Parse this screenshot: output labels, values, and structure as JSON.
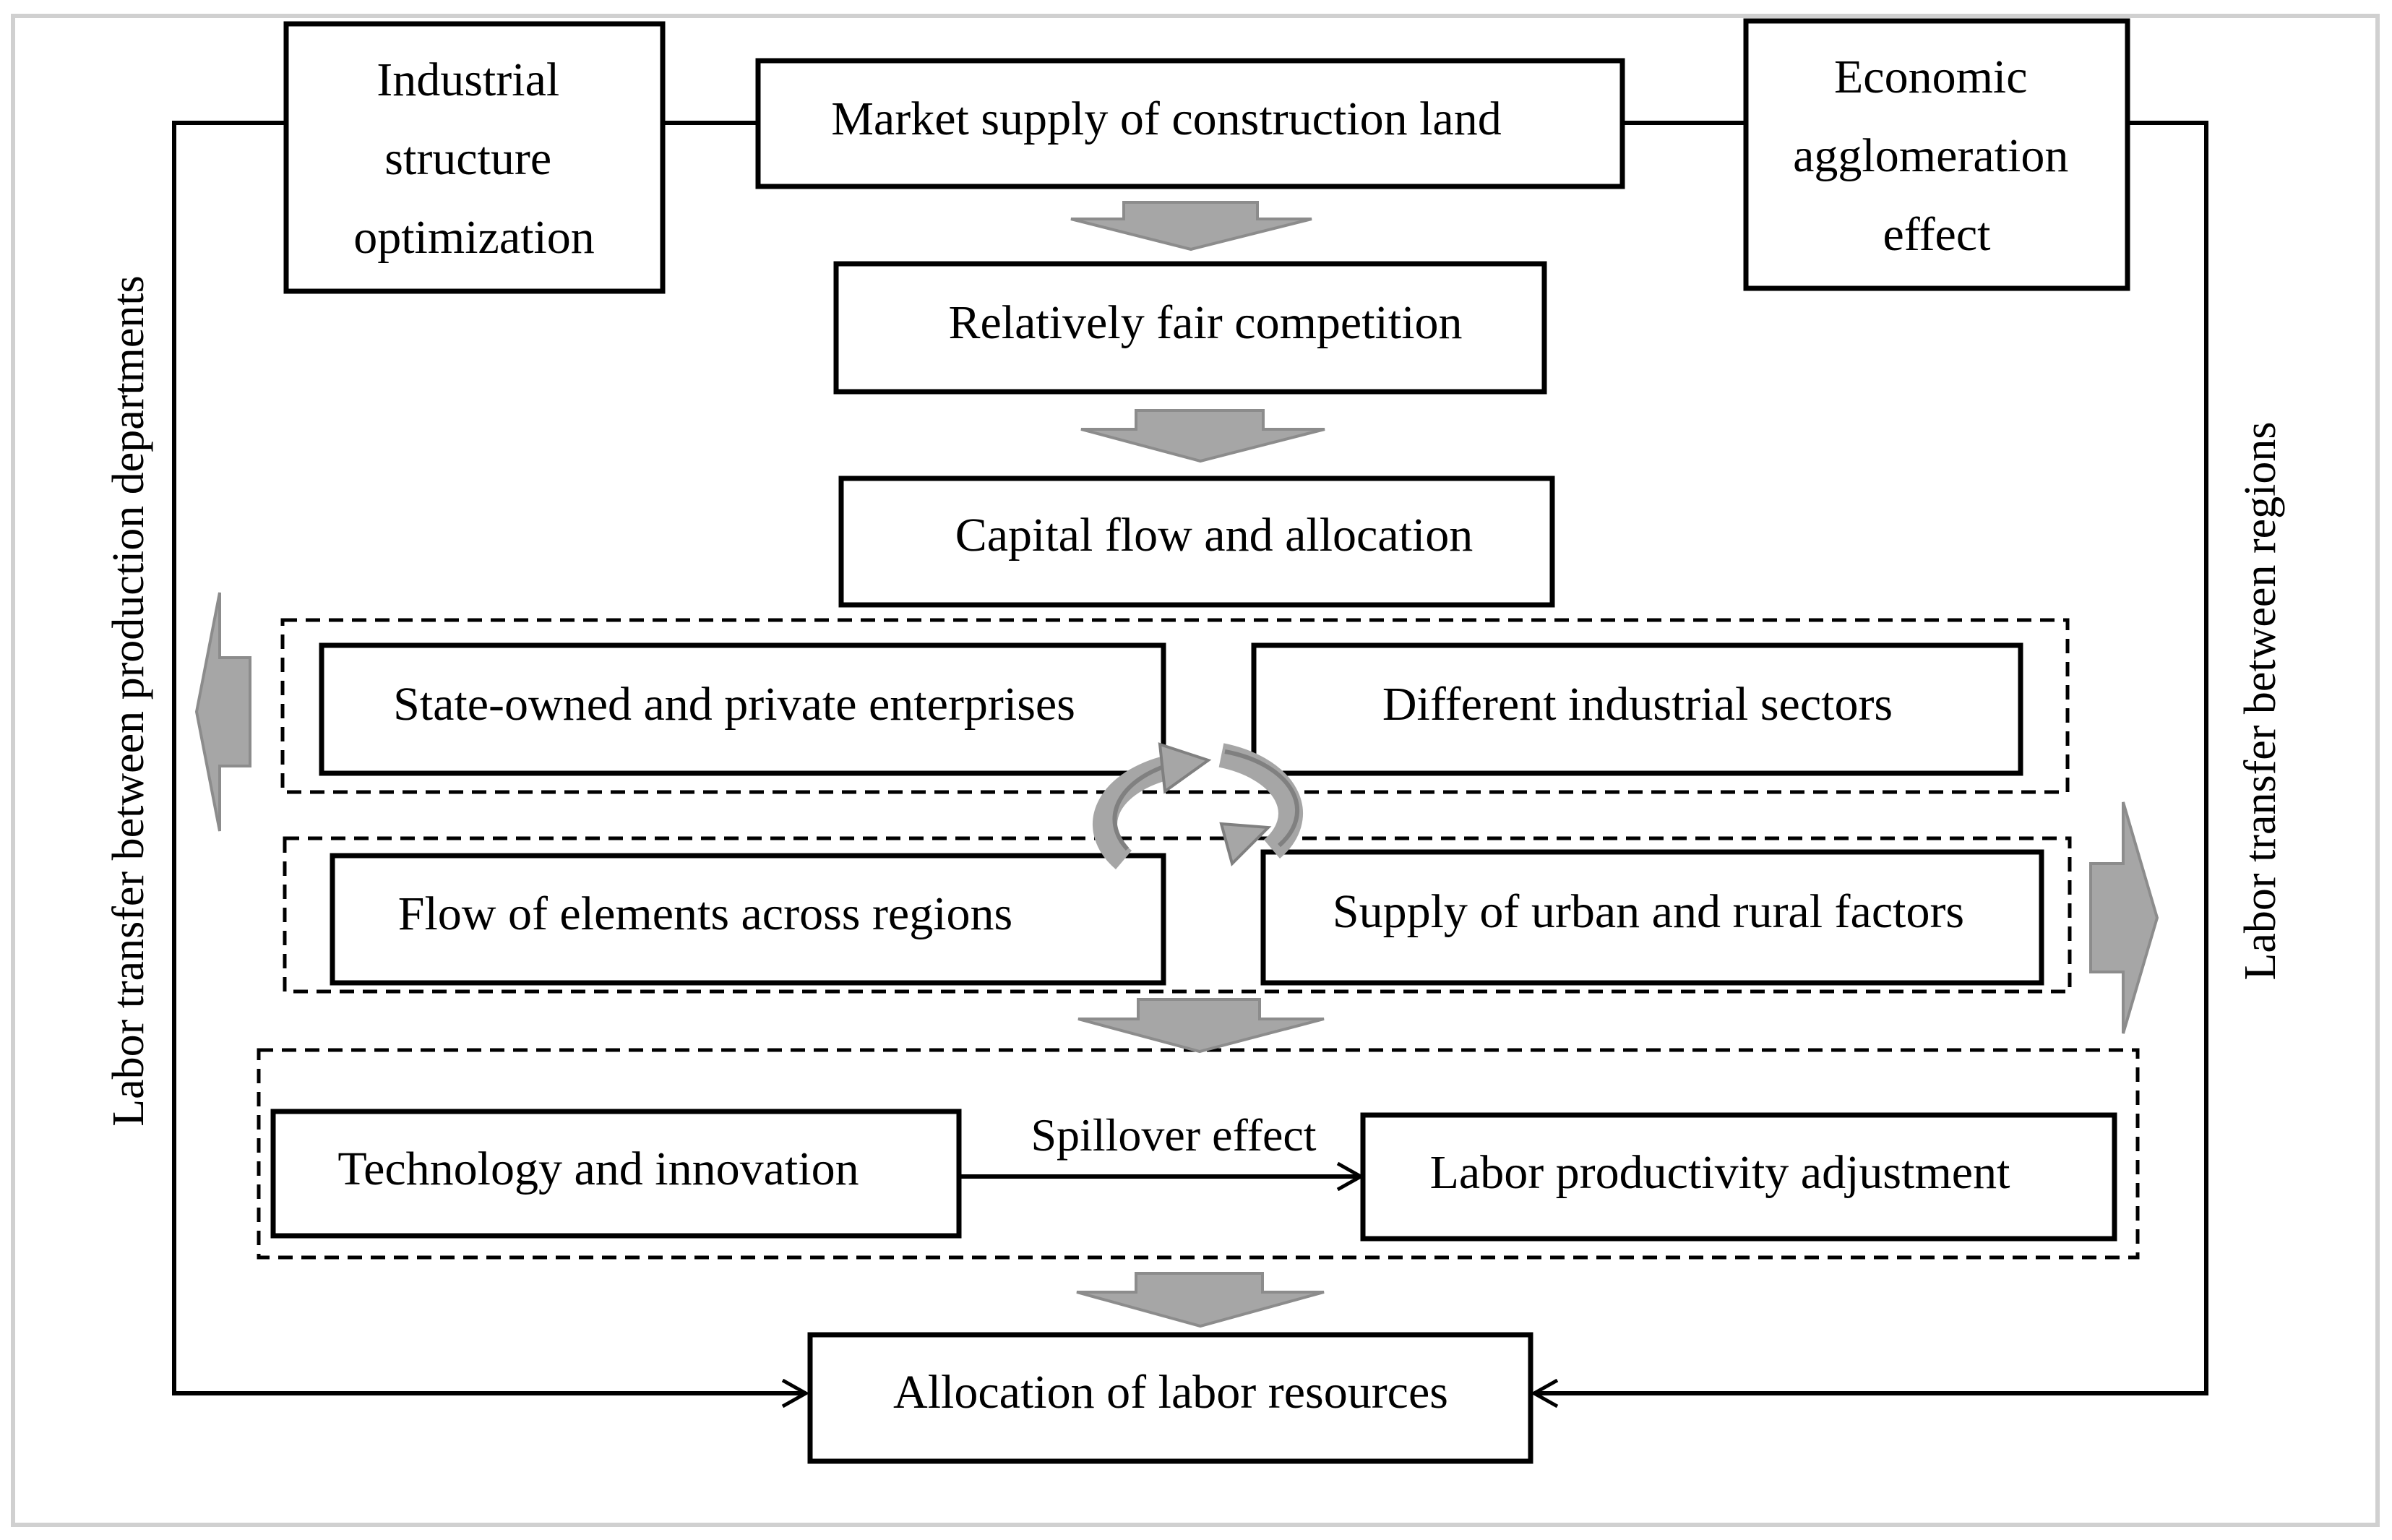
{
  "diagram": {
    "nodes": {
      "industrial_structure": {
        "lines": [
          "Industrial",
          "structure",
          "optimization"
        ]
      },
      "market_supply": {
        "label": "Market supply of construction land"
      },
      "economic_agglomeration": {
        "lines": [
          "Economic",
          "agglomeration",
          "effect"
        ]
      },
      "fair_competition": {
        "label": "Relatively fair competition"
      },
      "capital_flow": {
        "label": "Capital flow and allocation"
      },
      "state_private": {
        "label": "State-owned and private enterprises"
      },
      "industrial_sectors": {
        "label": "Different industrial sectors"
      },
      "flow_elements": {
        "label": "Flow of elements across regions"
      },
      "urban_rural": {
        "label": "Supply of urban and rural factors"
      },
      "technology": {
        "label": "Technology and innovation"
      },
      "labor_productivity": {
        "label": "Labor productivity adjustment"
      },
      "allocation_labor": {
        "label": "Allocation of labor resources"
      }
    },
    "edges": {
      "spillover": {
        "label": "Spillover effect"
      }
    },
    "side_labels": {
      "left": "Labor transfer between production departments",
      "right": "Labor transfer between regions"
    },
    "colors": {
      "box_border": "#000000",
      "arrow_fill": "#a6a6a6",
      "arrow_stroke": "#8c8c8c",
      "frame_border": "#d0d0d0"
    }
  }
}
